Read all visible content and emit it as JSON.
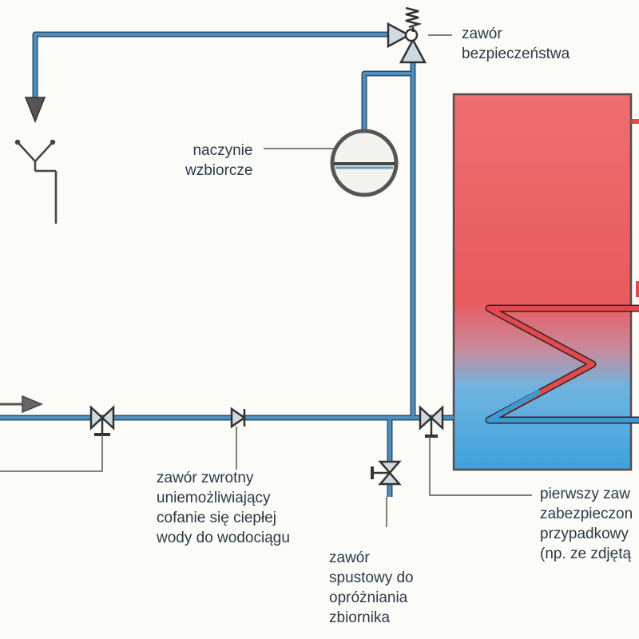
{
  "labels": {
    "safety_valve": "zawór\nbezpieczeństwa",
    "expansion_vessel": "naczynie\nwzbiorcze",
    "check_valve": "zawór zwrotny\nuniemożliwiający\ncofanie się ciepłej\nwody do wodociągu",
    "drain_valve": "zawór\nspustowy do\nopróżniania\nzbiornika",
    "first_valve": "pierwszy zaw\nzabezpieczon\nprzypadkowy\n(np. ze zdjętą"
  },
  "colors": {
    "pipe": "#3f7fae",
    "pipe_edge": "#2f4f6a",
    "hot": "#e8575a",
    "cold": "#4aa3d8",
    "ink": "#555555"
  }
}
